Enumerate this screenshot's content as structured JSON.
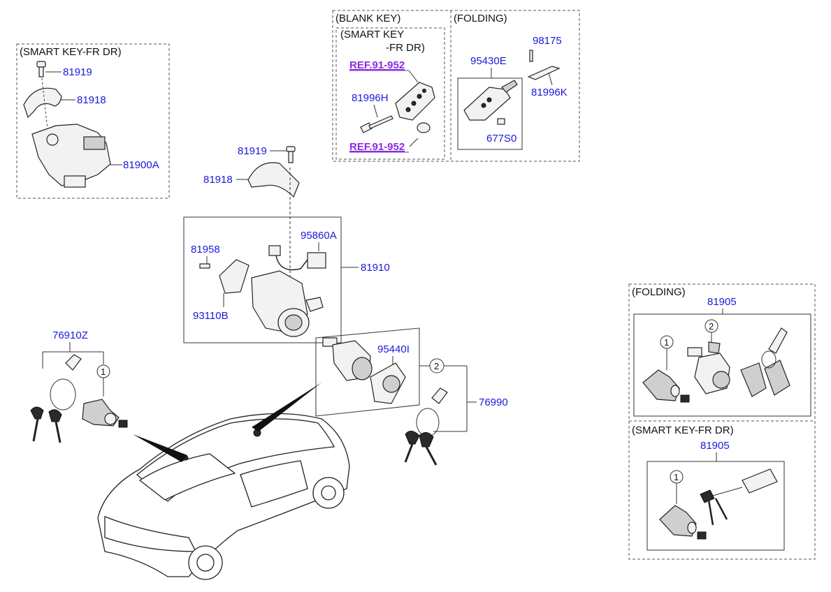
{
  "headers": {
    "smart_key_fr_dr_left": "(SMART KEY-FR DR)",
    "blank_key": "(BLANK KEY)",
    "smart_key_fr_dr_top_line1": "(SMART KEY",
    "smart_key_fr_dr_top_line2": "-FR DR)",
    "folding_top": "(FOLDING)",
    "folding_right": "(FOLDING)",
    "smart_key_fr_dr_right": "(SMART KEY-FR DR)"
  },
  "parts": {
    "p81919_left": "81919",
    "p81918_left": "81918",
    "p81900A": "81900A",
    "p81919_mid": "81919",
    "p81918_mid": "81918",
    "p95860A": "95860A",
    "p81958": "81958",
    "p81910": "81910",
    "p93110B": "93110B",
    "p81996H": "81996H",
    "p95430E": "95430E",
    "p98175": "98175",
    "p81996K": "81996K",
    "p677S0": "677S0",
    "p76910Z": "76910Z",
    "p95440I": "95440I",
    "p76990": "76990",
    "p81905_folding": "81905",
    "p81905_smart": "81905"
  },
  "refs": {
    "ref_top": "REF.91-952",
    "ref_bottom": "REF.91-952"
  },
  "callouts": {
    "c1_left": "1",
    "c2_mid": "2",
    "c2_folding": "2",
    "c1_folding": "1",
    "c1_smart": "1"
  }
}
